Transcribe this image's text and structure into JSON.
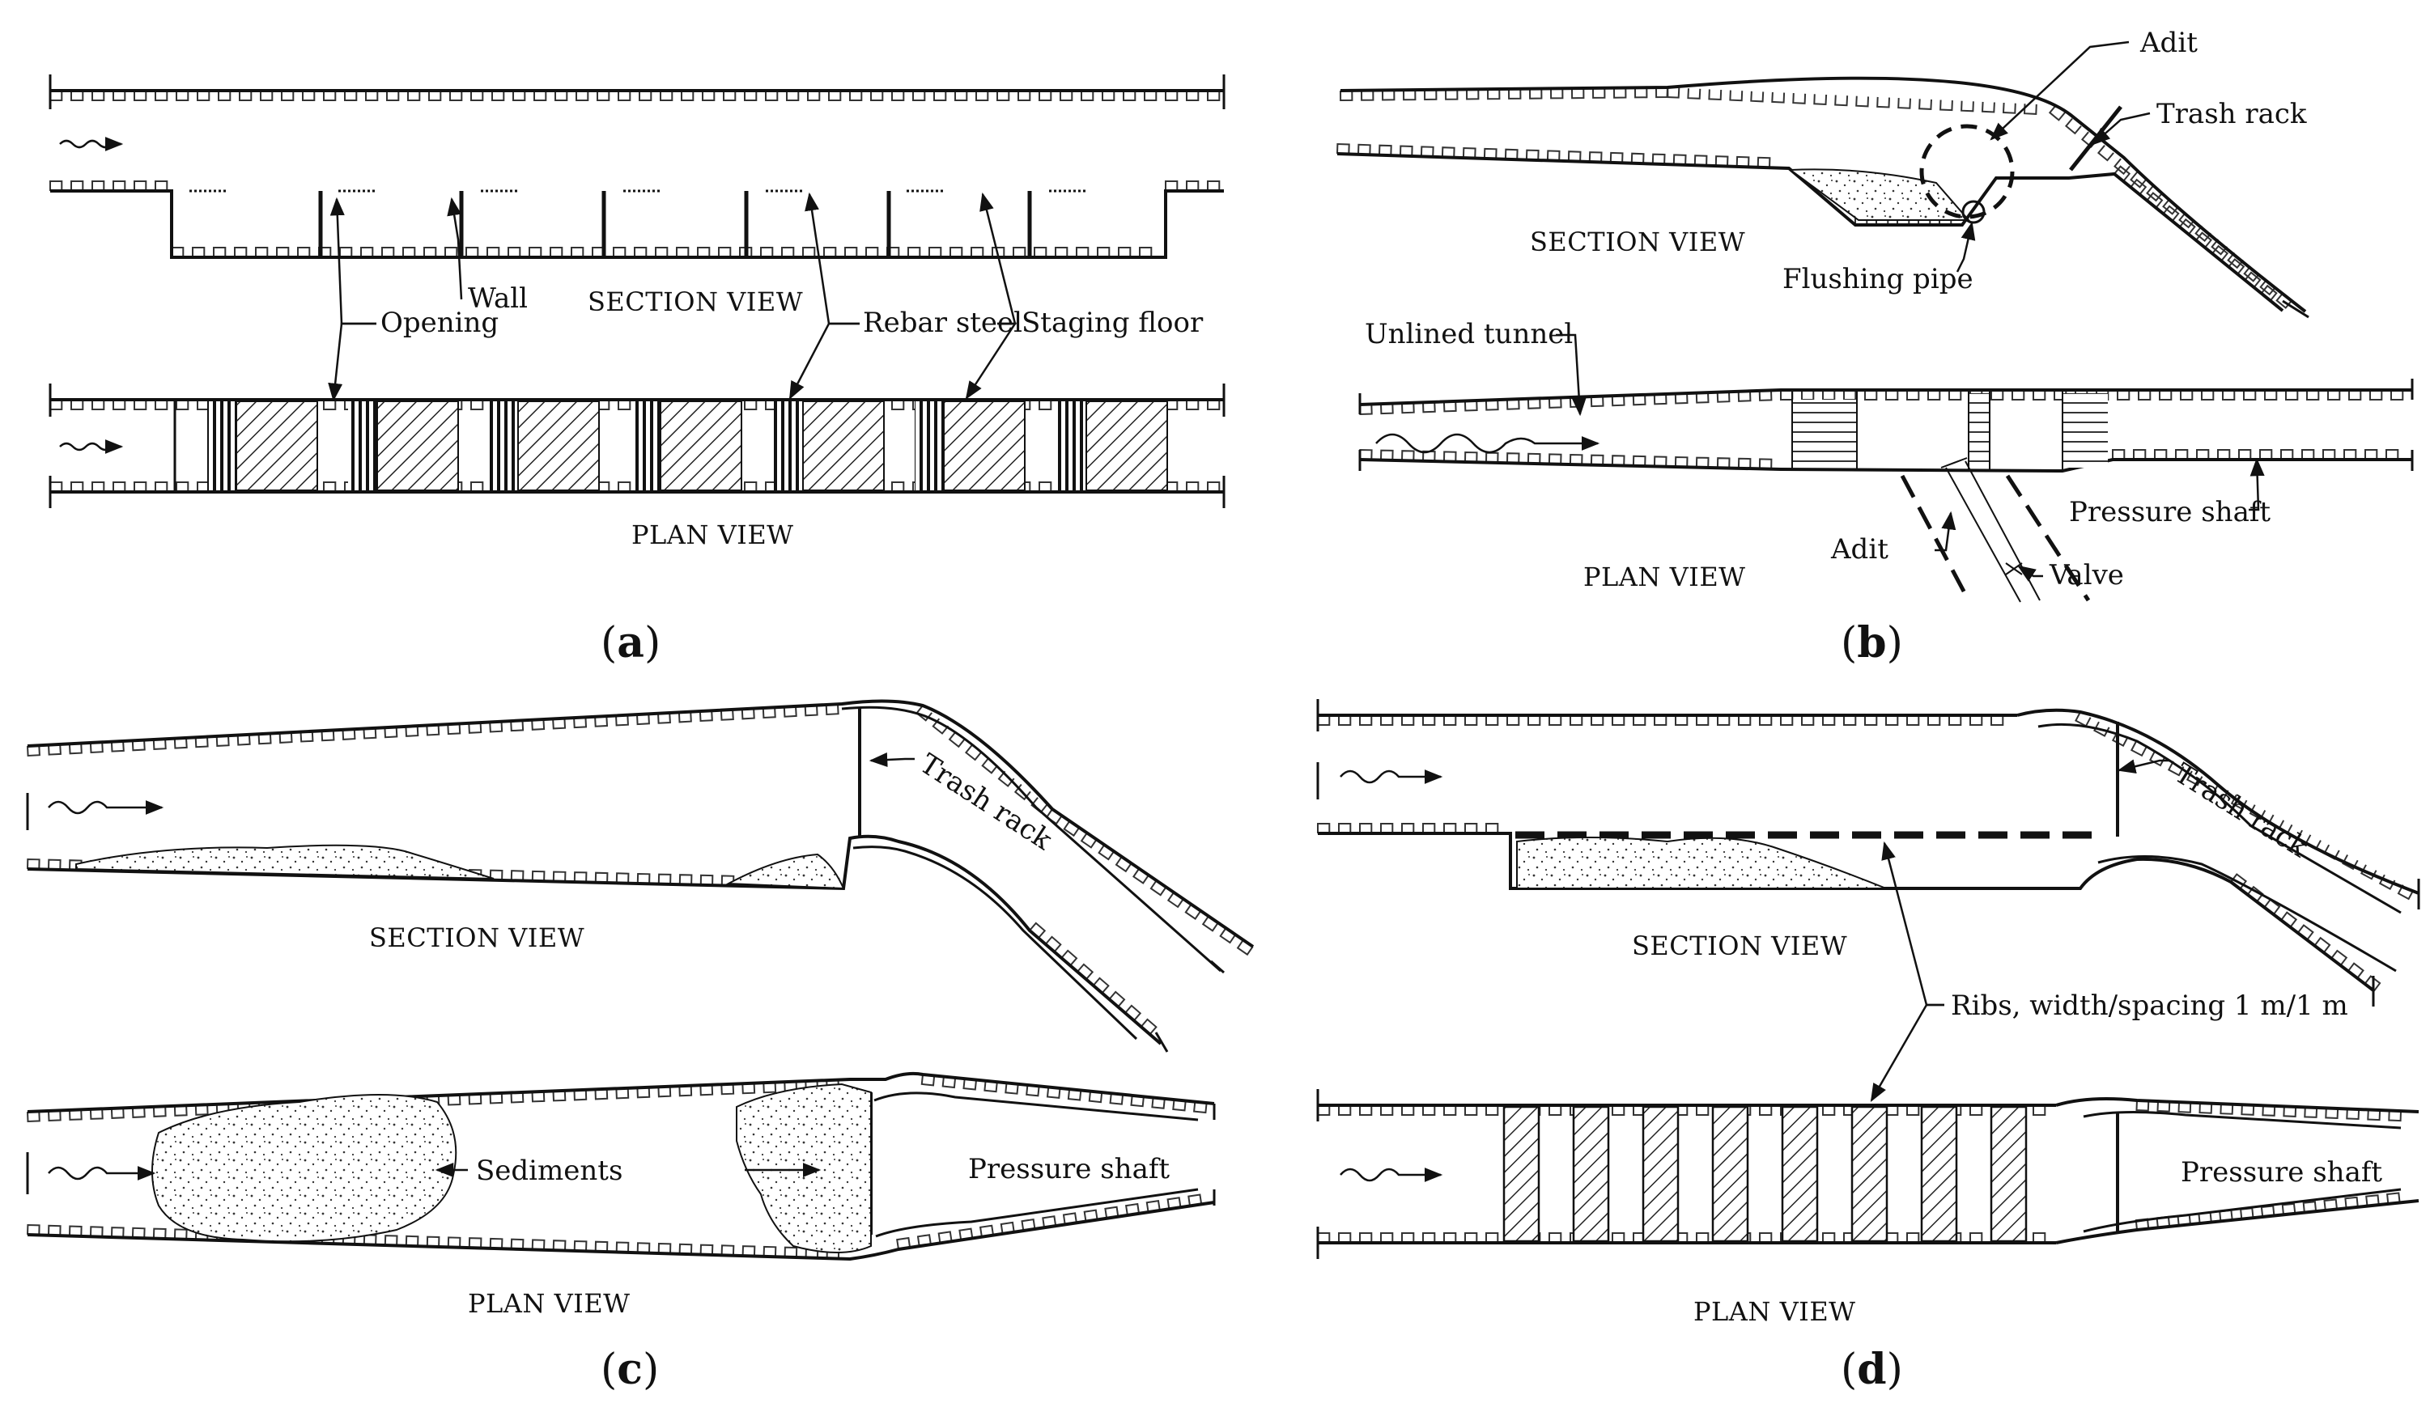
{
  "panels": {
    "a": {
      "caption": "a",
      "section_view": "SECTION VIEW",
      "plan_view": "PLAN VIEW",
      "labels": {
        "wall": "Wall",
        "opening": "Opening",
        "rebar_steel": "Rebar steel",
        "staging_floor": "Staging floor"
      }
    },
    "b": {
      "caption": "b",
      "section_view": "SECTION VIEW",
      "plan_view": "PLAN VIEW",
      "labels": {
        "adit_top": "Adit",
        "trash_rack": "Trash rack",
        "flushing_pipe": "Flushing pipe",
        "unlined_tunnel": "Unlined tunnel",
        "pressure_shaft": "Pressure shaft",
        "adit_bottom": "Adit",
        "valve": "Valve"
      }
    },
    "c": {
      "caption": "c",
      "section_view": "SECTION VIEW",
      "plan_view": "PLAN VIEW",
      "labels": {
        "trash_rack": "Trash rack",
        "sediments": "Sediments",
        "pressure_shaft": "Pressure shaft"
      }
    },
    "d": {
      "caption": "d",
      "section_view": "SECTION VIEW",
      "plan_view": "PLAN VIEW",
      "labels": {
        "trash_rack": "Trash rack",
        "ribs": "Ribs, width/spacing 1 m/1 m",
        "pressure_shaft": "Pressure shaft"
      }
    }
  }
}
